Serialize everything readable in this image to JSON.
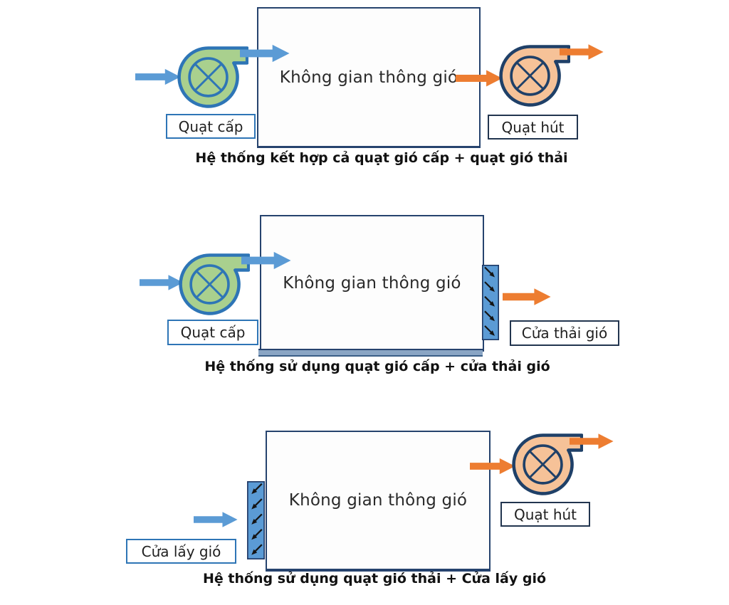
{
  "colors": {
    "supply_flow": "#5b9bd5",
    "exhaust_flow": "#ed7d31",
    "supply_fan_fill": "#a9d08e",
    "supply_fan_stroke": "#2e75b6",
    "exhaust_fan_fill": "#f6c298",
    "exhaust_fan_stroke": "#1f4068",
    "louver_fill": "#5b9bd5",
    "room_border": "#26436e",
    "tag_border_blue": "#2e75b6",
    "tag_border_dark": "#22354f",
    "caption_text": "#111111"
  },
  "diagrams": [
    {
      "room_label": "Không gian thông gió",
      "caption": "Hệ thống kết hợp cả quạt gió cấp + quạt gió thải",
      "supply_fan_label": "Quạt cấp",
      "exhaust_fan_label": "Quạt hút"
    },
    {
      "room_label": "Không gian thông gió",
      "caption": "Hệ thống sử dụng quạt gió cấp + cửa thải gió",
      "supply_fan_label": "Quạt cấp",
      "exhaust_vent_label": "Cửa thải gió"
    },
    {
      "room_label": "Không gian thông gió",
      "caption": "Hệ thống sử dụng quạt gió thải + Cửa lấy gió",
      "intake_vent_label": "Cửa lấy gió",
      "exhaust_fan_label": "Quạt hút"
    }
  ]
}
